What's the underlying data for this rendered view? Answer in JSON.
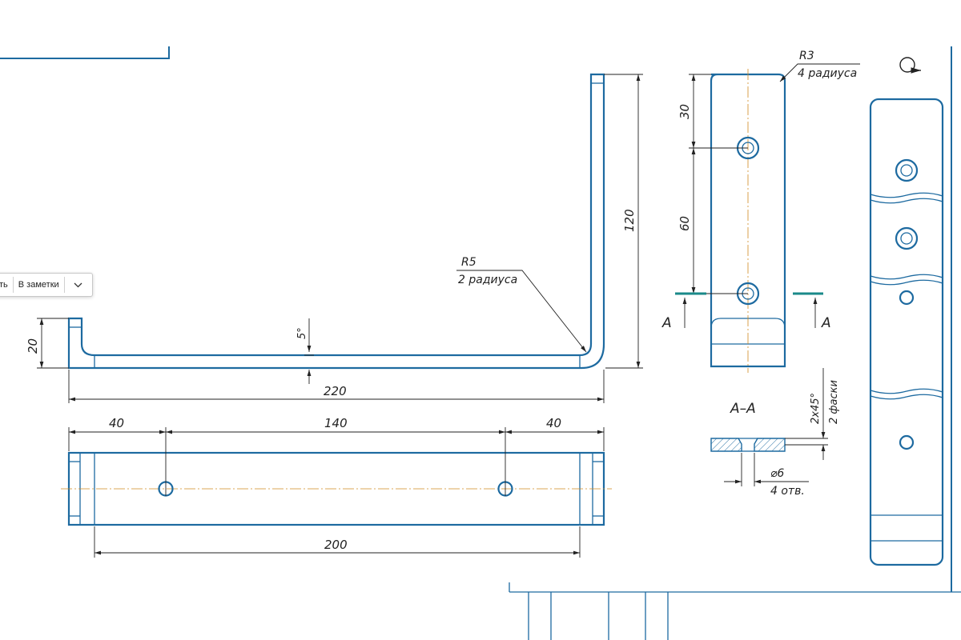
{
  "toolbar": {
    "copy_label": "ть",
    "notes_label": "В заметки",
    "dropdown_icon": "chevron-down-icon"
  },
  "drawing": {
    "colors": {
      "outline": "#1d6aa0",
      "centerline": "#d08a20",
      "cut_line": "#1a8a8a",
      "dimension": "#222222"
    },
    "front_view": {
      "height_dim": "120",
      "lip_dim": "20",
      "angle_dim": "5°",
      "length_dim": "220",
      "radius_label": "R5",
      "radius_note": "2 радиуса"
    },
    "plan_view": {
      "left_dim": "40",
      "middle_dim": "140",
      "right_dim": "40",
      "inner_dim": "200"
    },
    "side_view": {
      "radius_label": "R3",
      "radius_note": "4 радиуса",
      "top_dim": "30",
      "spacing_dim": "60",
      "cut_left": "A",
      "cut_right": "A"
    },
    "section": {
      "title": "А–А",
      "chamfer_dim": "2x45°",
      "chamfer_note": "2 фаски",
      "hole_dim": "⌀6",
      "hole_note": "4 отв."
    },
    "rotation_icon": "rotated-view-icon"
  }
}
